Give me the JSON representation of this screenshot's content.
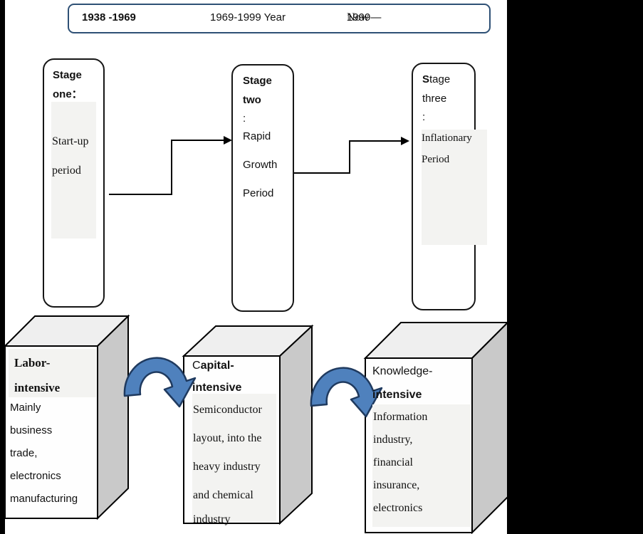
{
  "timeline": {
    "period_1": "1938 -1969",
    "period_2": "1969-1999 Year",
    "period_3_num": "1999—",
    "period_3_word": "Now"
  },
  "stages": [
    {
      "title_line_1": "Stage",
      "title_line_2": "one：",
      "body": [
        "Start-up",
        "period"
      ]
    },
    {
      "title_line_1": "Stage",
      "title_line_2": "two",
      "colon": ":",
      "body": [
        "Rapid",
        "Growth",
        "Period"
      ]
    },
    {
      "title_bold_letter": "S",
      "title_rest": "tage",
      "title_line_2": "three",
      "colon": ":",
      "body": [
        "Inflationary",
        "Period"
      ]
    }
  ],
  "industries": [
    {
      "heading_line_1": "Labor-",
      "heading_line_2": "intensive",
      "body": [
        "Mainly",
        "business",
        "trade,",
        "electronics",
        "manufacturing"
      ]
    },
    {
      "heading_first_letter": "C",
      "heading_rest": "apital-",
      "heading_line_2": "intensive",
      "body": [
        "Semiconductor",
        "layout, into the",
        "heavy industry",
        "and chemical",
        "industry"
      ]
    },
    {
      "heading_line_1": "Knowledge-",
      "heading_line_2": "intensive",
      "body": [
        "Information",
        "industry,",
        "financial",
        "insurance,",
        "electronics"
      ]
    }
  ],
  "colors": {
    "curved_arrow_fill": "#4f81bd",
    "curved_arrow_outline": "#1f3a5f",
    "timeline_border": "#2e5075",
    "highlight_gray": "#f3f3f1",
    "cube_top_face": "#efefef",
    "cube_side_face": "#c9c9c9",
    "connector_black": "#000000"
  }
}
